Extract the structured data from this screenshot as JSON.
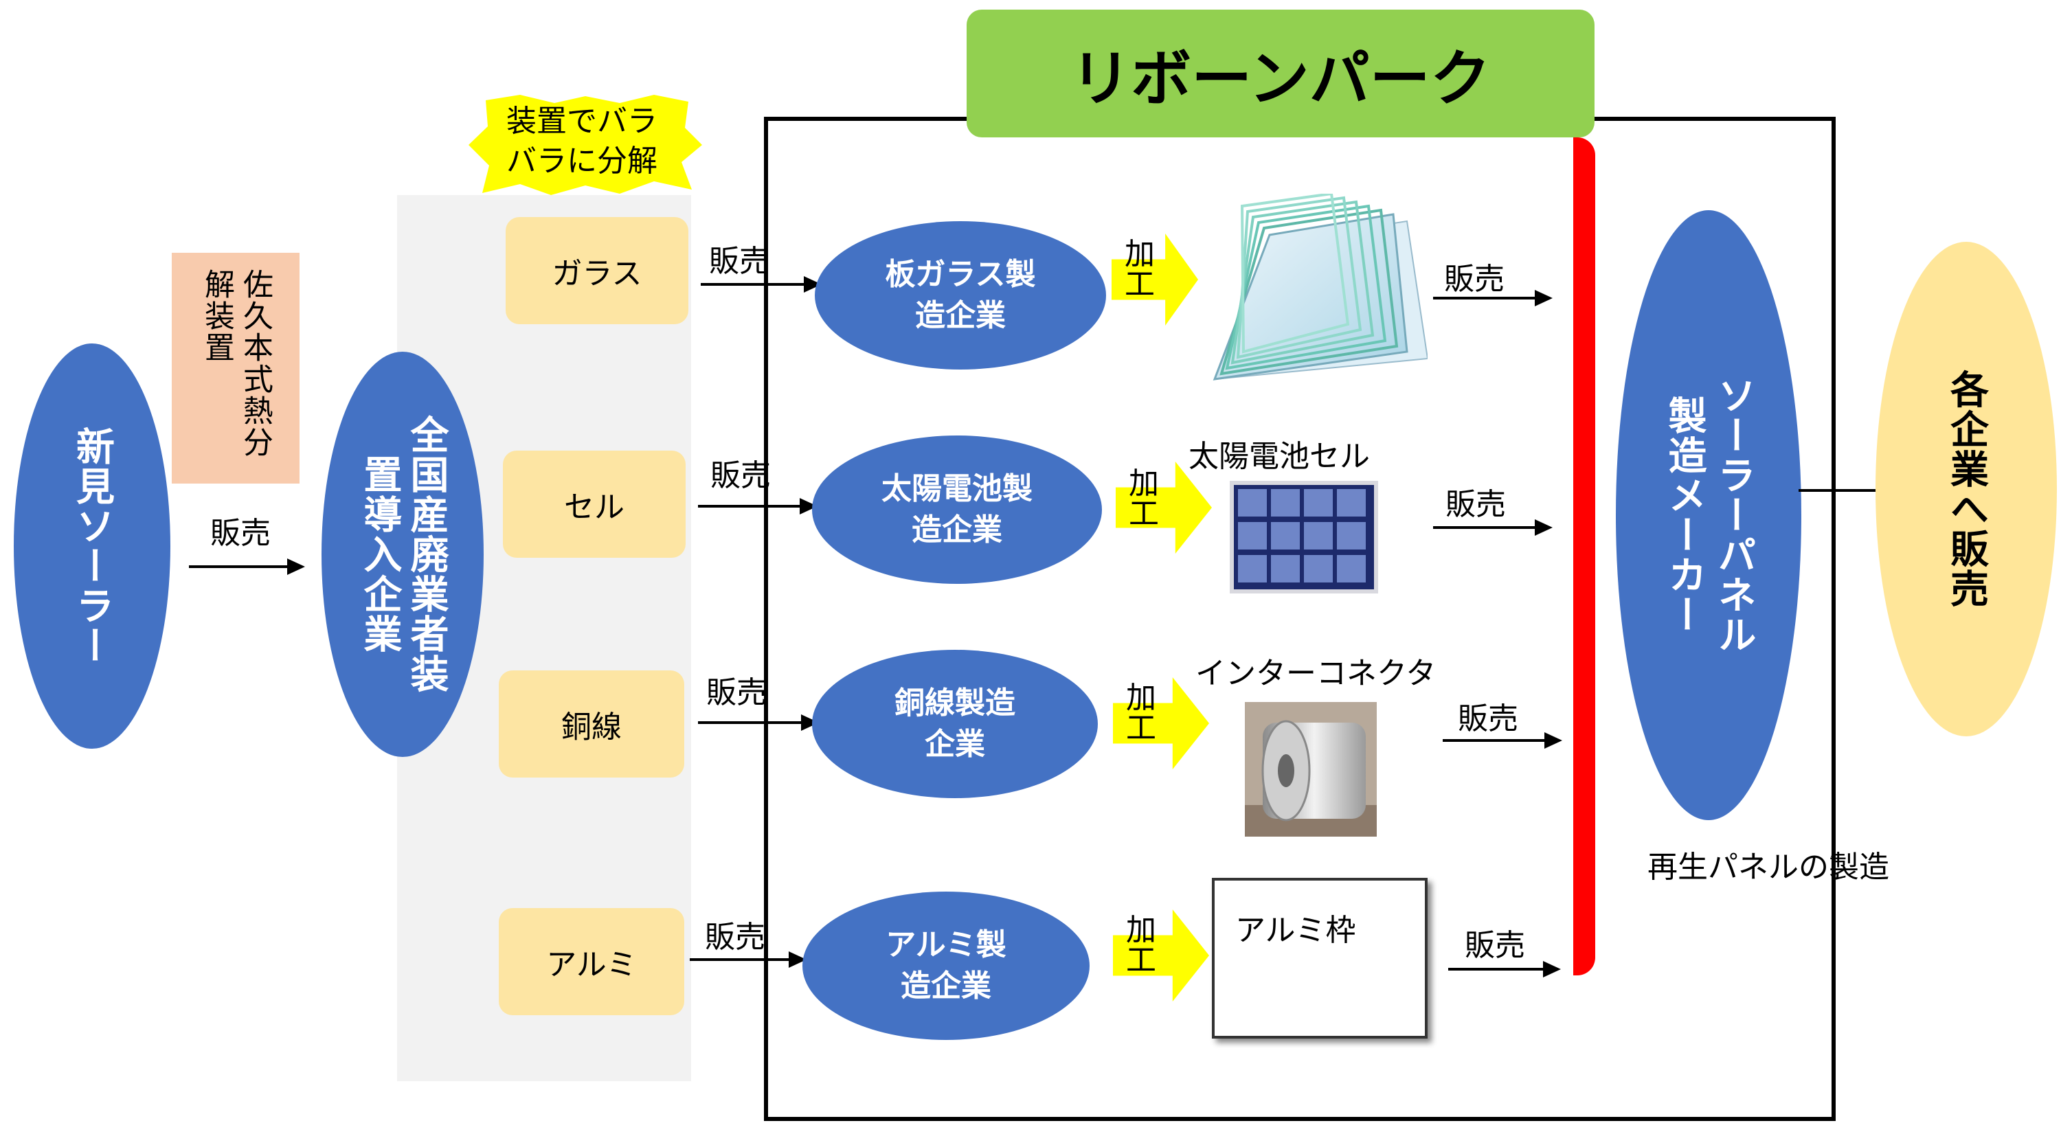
{
  "title": "リボーンパーク",
  "nodes": {
    "niimi": "新見ソーラー",
    "device": "佐久本式熱分解装置",
    "zenkoku": "全国産廃業者装置導入企業",
    "banner": "装置でバラバラに分解",
    "glass_maker": "板ガラス製造企業",
    "cell_maker": "太陽電池製造企業",
    "wire_maker": "銅線製造企業",
    "alumi_maker": "アルミ製造企業",
    "panel_maker": "ソーラーパネル製造メーカー",
    "sale_all": "各企業へ販売"
  },
  "materials": [
    "ガラス",
    "セル",
    "銅線",
    "アルミ"
  ],
  "labels": {
    "sale": "販売",
    "process": "加工",
    "cell_product": "太陽電池セル",
    "interconnector": "インターコネクタ",
    "alumi_frame": "アルミ枠",
    "regen": "再生パネルの製造"
  },
  "colors": {
    "ellipse": "#4472c4",
    "material_box": "#fde5a3",
    "title_box": "#92d050",
    "red_bar": "#ff0000",
    "banner": "#ffff00",
    "device_box": "#f8cbad",
    "final_ellipse": "#ffe699",
    "gray_column": "#f2f2f2"
  }
}
